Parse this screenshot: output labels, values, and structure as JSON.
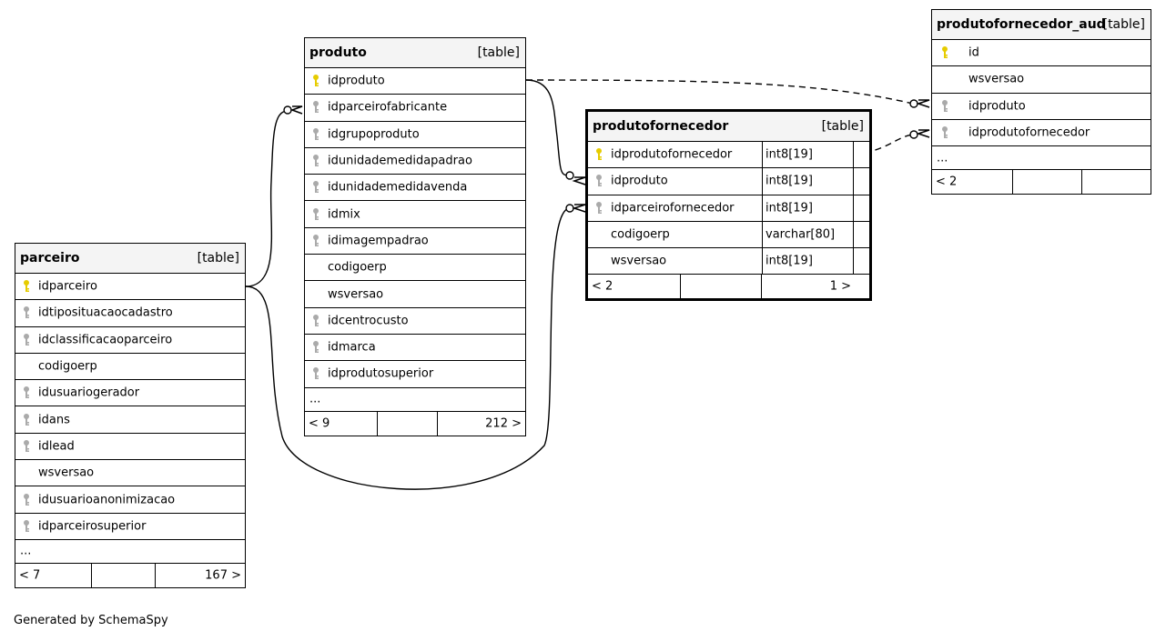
{
  "caption": "Generated by SchemaSpy",
  "tables": {
    "produto": {
      "name": "produto",
      "kind": "[table]",
      "columns": [
        {
          "name": "idproduto",
          "key": "primary"
        },
        {
          "name": "idparceirofabricante",
          "key": "foreign"
        },
        {
          "name": "idgrupoproduto",
          "key": "foreign"
        },
        {
          "name": "idunidademedidapadrao",
          "key": "foreign"
        },
        {
          "name": "idunidademedidavenda",
          "key": "foreign"
        },
        {
          "name": "idmix",
          "key": "foreign"
        },
        {
          "name": "idimagempadrao",
          "key": "foreign"
        },
        {
          "name": "codigoerp",
          "key": "none"
        },
        {
          "name": "wsversao",
          "key": "none"
        },
        {
          "name": "idcentrocusto",
          "key": "foreign"
        },
        {
          "name": "idmarca",
          "key": "foreign"
        },
        {
          "name": "idprodutosuperior",
          "key": "foreign"
        }
      ],
      "more": "...",
      "footer": {
        "left": "< 9",
        "middle": "",
        "right": "212 >"
      }
    },
    "parceiro": {
      "name": "parceiro",
      "kind": "[table]",
      "columns": [
        {
          "name": "idparceiro",
          "key": "primary"
        },
        {
          "name": "idtiposituacaocadastro",
          "key": "foreign"
        },
        {
          "name": "idclassificacaoparceiro",
          "key": "foreign"
        },
        {
          "name": "codigoerp",
          "key": "none"
        },
        {
          "name": "idusuariogerador",
          "key": "foreign"
        },
        {
          "name": "idans",
          "key": "foreign"
        },
        {
          "name": "idlead",
          "key": "foreign"
        },
        {
          "name": "wsversao",
          "key": "none"
        },
        {
          "name": "idusuarioanonimizacao",
          "key": "foreign"
        },
        {
          "name": "idparceirosuperior",
          "key": "foreign"
        }
      ],
      "more": "...",
      "footer": {
        "left": "< 7",
        "middle": "",
        "right": "167 >"
      }
    },
    "produtofornecedor": {
      "name": "produtofornecedor",
      "kind": "[table]",
      "columns": [
        {
          "name": "idprodutofornecedor",
          "type": "int8[19]",
          "key": "primary"
        },
        {
          "name": "idproduto",
          "type": "int8[19]",
          "key": "foreign"
        },
        {
          "name": "idparceirofornecedor",
          "type": "int8[19]",
          "key": "foreign"
        },
        {
          "name": "codigoerp",
          "type": "varchar[80]",
          "key": "none"
        },
        {
          "name": "wsversao",
          "type": "int8[19]",
          "key": "none"
        }
      ],
      "footer": {
        "left": "< 2",
        "middle": "",
        "right": "1 >"
      }
    },
    "produtofornecedor_aud": {
      "name": "produtofornecedor_aud",
      "kind": "[table]",
      "columns": [
        {
          "name": "id",
          "key": "primary"
        },
        {
          "name": "wsversao",
          "key": "none"
        },
        {
          "name": "idproduto",
          "key": "foreign"
        },
        {
          "name": "idprodutofornecedor",
          "key": "foreign"
        }
      ],
      "more": "...",
      "footer": {
        "left": "< 2",
        "middle": "",
        "right": ""
      }
    }
  },
  "colors": {
    "primary_key": "#e6cc00",
    "foreign_key": "#aaaaaa",
    "header_bg": "#f4f4f4",
    "border": "#000000"
  }
}
